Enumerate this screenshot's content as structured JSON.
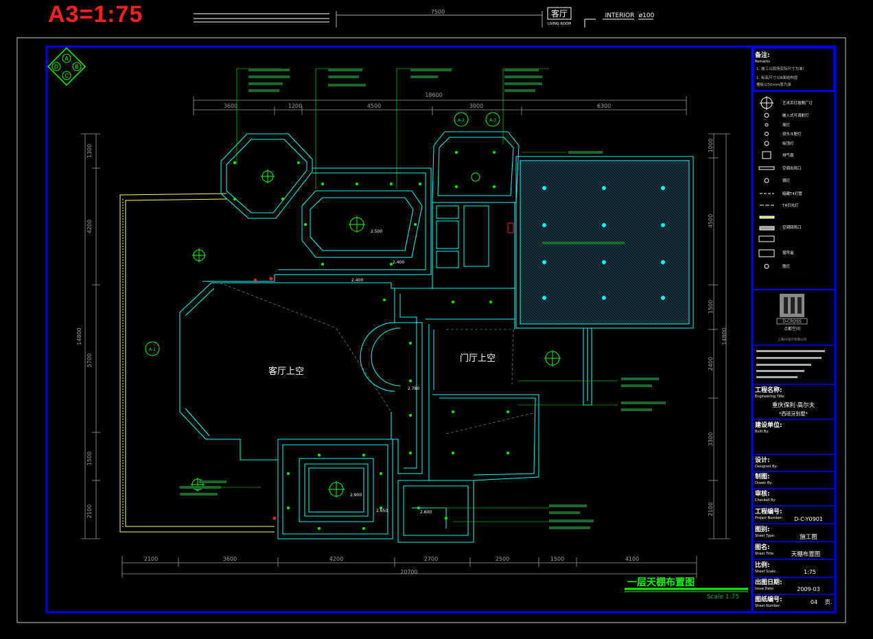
{
  "header": {
    "scale_label": "A3=1:75",
    "top_dimension": "7500",
    "room_title_cn": "客厅",
    "room_title_en": "LIVING ROOM",
    "interior_label": "INTERIOR",
    "diameter_label": "ø100"
  },
  "grid_marker": {
    "a": "A",
    "b": "B",
    "c": "C",
    "d": "D"
  },
  "dimensions": {
    "top": [
      "3600",
      "1200",
      "4500",
      "3000",
      "6300"
    ],
    "top_total": "18600",
    "bottom": [
      "2100",
      "3600",
      "4200",
      "2700",
      "2500",
      "1500",
      "4100"
    ],
    "bottom_total": "20700",
    "left": [
      "1300",
      "4200",
      "5700",
      "1500",
      "2100"
    ],
    "left_total": "14800",
    "right": [
      "1000",
      "4500",
      "1500",
      "2400",
      "3300",
      "2100"
    ],
    "right_total": "14800"
  },
  "rooms": {
    "living_void": "客厅上空",
    "foyer_void": "门厅上空"
  },
  "section_markers": [
    "A-1",
    "A-2",
    "A-3"
  ],
  "level_tags": [
    "2.500",
    "2.400",
    "2.400",
    "2.780",
    "2.900",
    "2.650",
    "2.600"
  ],
  "drawing_title": "一层天棚布置图",
  "drawing_scale": "Scale 1:75",
  "legend": {
    "remarks_title": "备注:",
    "remarks_en": "Remarks",
    "remarks_items": [
      "1. 施工以现场实际尺寸为准！",
      "1. 标高尺寸以B面结构层",
      "    楼板以50mm厚为准"
    ],
    "items": [
      "艺术吊灯按照厂订",
      "嵌入式可调射灯",
      "简灯",
      "双头斗胆灯",
      "吸顶灯",
      "排气扇",
      "空调出风口",
      "镜灯",
      "暗藏T4灯管",
      "T4日光灯",
      "空调回风口",
      "窗帘盒",
      "筒灯"
    ]
  },
  "title_block": {
    "company_en": "D-CROSS",
    "company_cn": "点都空间",
    "firm": "上海XX设计有限公司",
    "project_label": "工程名称:",
    "project_label_en": "Engineering Title:",
    "project_name": "重庆保利·高尔夫",
    "project_sub": "*西班牙别墅*",
    "client_label": "建设单位:",
    "client_label_en": "Built By:",
    "designer_label": "设计:",
    "designer_label_en": "Designed By:",
    "drawn_label": "制图:",
    "drawn_label_en": "Drawn By:",
    "checked_label": "审核:",
    "checked_label_en": "Checked By:",
    "project_no_label": "工程编号:",
    "project_no_label_en": "Project Number:",
    "project_no": "D-C-Y0901",
    "sheet_type_label": "图别:",
    "sheet_type_label_en": "Sheet Type:",
    "sheet_type": "施工图",
    "sheet_title_label": "图名:",
    "sheet_title_label_en": "Sheet Title:",
    "sheet_title": "天棚布置图",
    "scale_label": "比例:",
    "scale_label_en": "Sheet Scale:",
    "scale": "1:75",
    "date_label": "出图日期:",
    "date_label_en": "Issue Date:",
    "date": "2009-03",
    "sheet_no_label": "图纸编号:",
    "sheet_no_label_en": "Sheet Number:",
    "sheet_no": "04",
    "sheet_no_suffix": "页."
  },
  "colors": {
    "frame": "#0000ff",
    "walls": "#00ffff",
    "dims": "#a0a0a0",
    "text": "#00ff00",
    "legend": "#ffffff",
    "gold": "#ffff66"
  }
}
